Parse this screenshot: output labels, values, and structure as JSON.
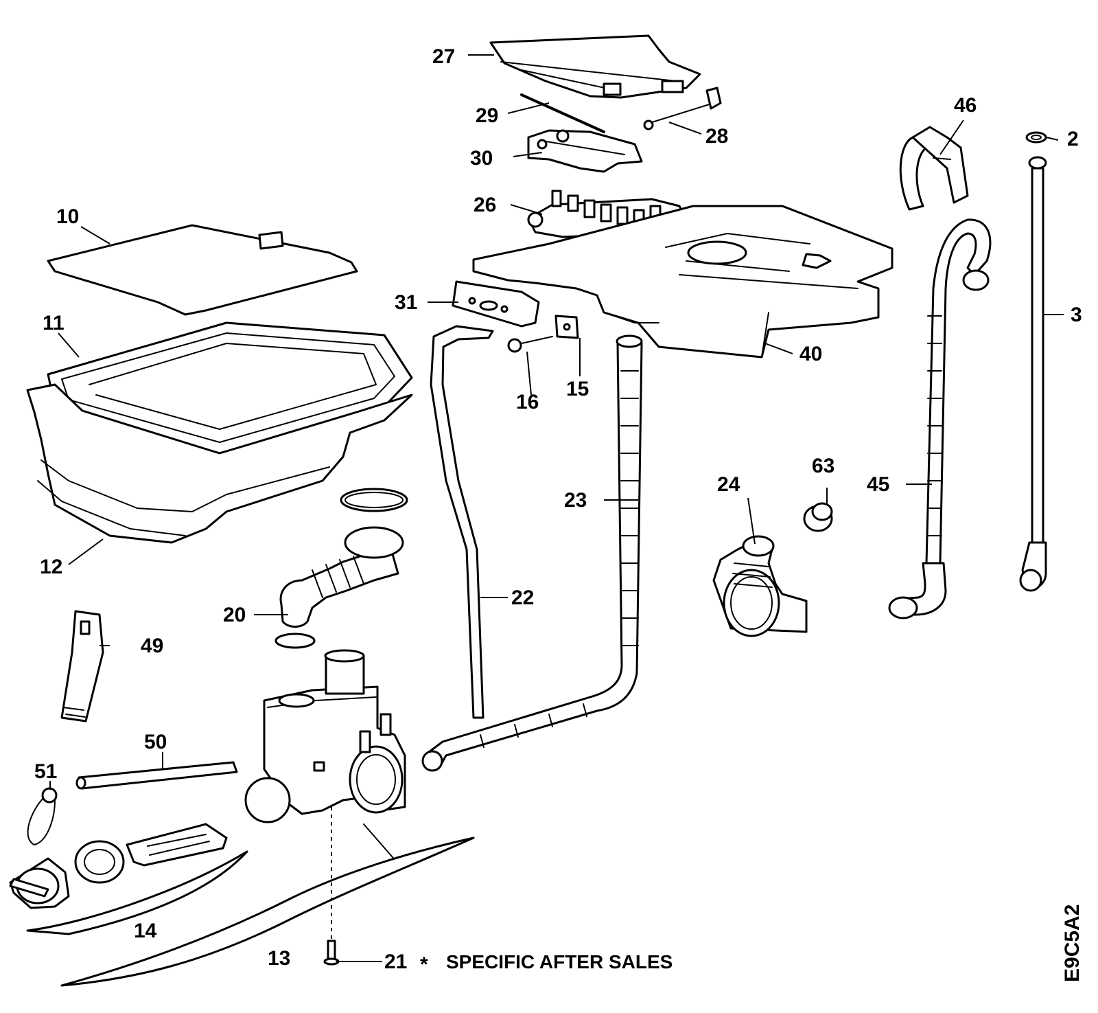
{
  "diagram": {
    "callouts": [
      {
        "id": "27",
        "text": "27"
      },
      {
        "id": "29",
        "text": "29"
      },
      {
        "id": "28",
        "text": "28"
      },
      {
        "id": "30",
        "text": "30"
      },
      {
        "id": "26",
        "text": "26"
      },
      {
        "id": "31",
        "text": "31"
      },
      {
        "id": "40",
        "text": "40"
      },
      {
        "id": "16",
        "text": "16"
      },
      {
        "id": "15",
        "text": "15"
      },
      {
        "id": "46",
        "text": "46"
      },
      {
        "id": "2",
        "text": "2"
      },
      {
        "id": "3",
        "text": "3"
      },
      {
        "id": "10",
        "text": "10"
      },
      {
        "id": "11",
        "text": "11"
      },
      {
        "id": "12",
        "text": "12"
      },
      {
        "id": "20",
        "text": "20"
      },
      {
        "id": "22",
        "text": "22"
      },
      {
        "id": "23",
        "text": "23"
      },
      {
        "id": "24",
        "text": "24"
      },
      {
        "id": "63",
        "text": "63"
      },
      {
        "id": "45",
        "text": "45"
      },
      {
        "id": "49",
        "text": "49"
      },
      {
        "id": "50",
        "text": "50"
      },
      {
        "id": "51",
        "text": "51"
      },
      {
        "id": "14",
        "text": "14"
      },
      {
        "id": "13",
        "text": "13"
      },
      {
        "id": "21",
        "text": "21"
      }
    ],
    "footnote": {
      "symbol": "*",
      "text": "SPECIFIC AFTER SALES"
    },
    "drawing_code": "E9C5A2"
  }
}
